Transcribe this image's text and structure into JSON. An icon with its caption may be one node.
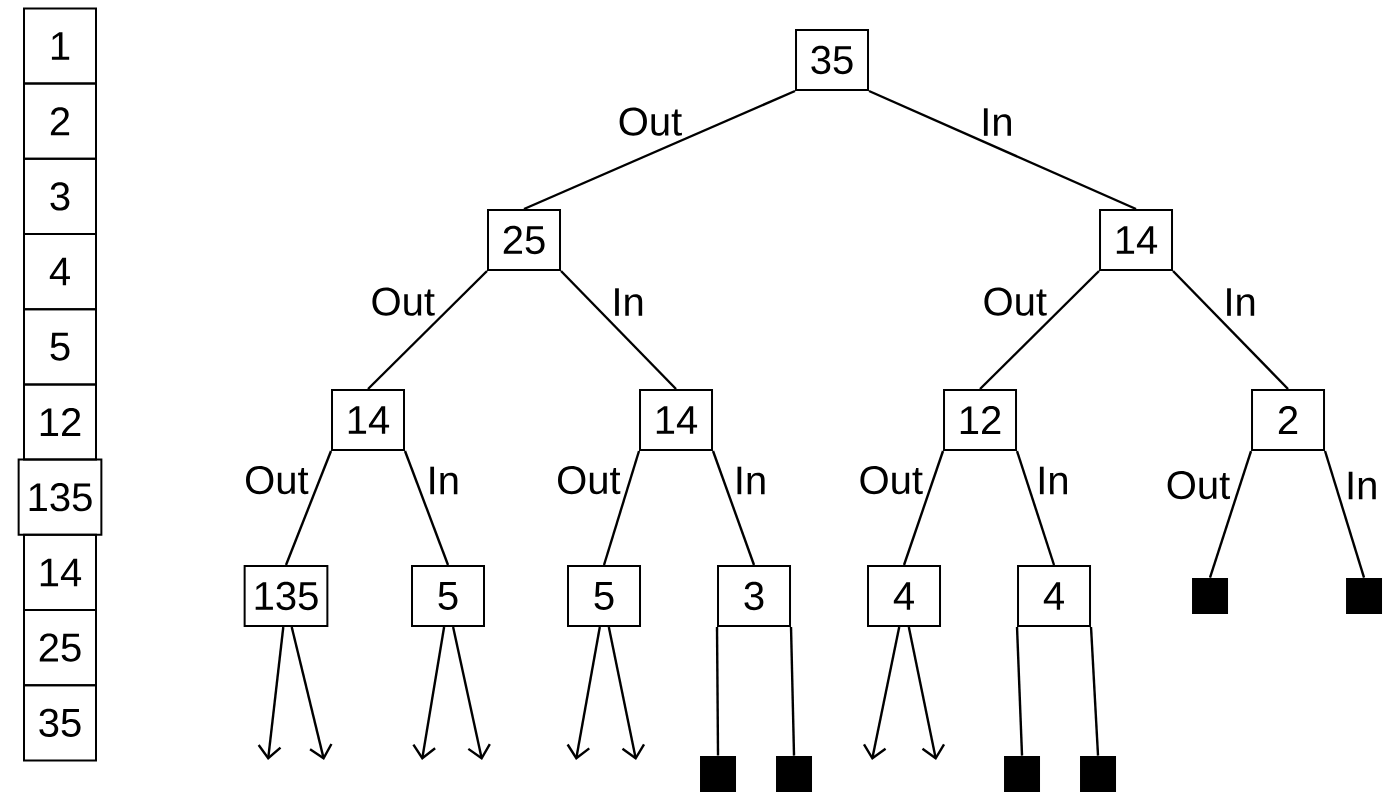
{
  "diagram": {
    "nodes": [
      {
        "text": [
          "1"
        ]
      },
      {
        "text": [
          "2"
        ]
      },
      {
        "text": [
          "3"
        ]
      },
      {
        "text": [
          "4"
        ]
      },
      {
        "text": [
          "5"
        ]
      },
      {
        "text": [
          "12"
        ]
      },
      {
        "text": [
          "135"
        ]
      },
      {
        "text": [
          "14"
        ]
      },
      {
        "text": [
          "25"
        ]
      },
      {
        "text": [
          "35"
        ]
      },
      {
        "text": [
          "35"
        ]
      },
      {
        "text": [
          "25"
        ]
      },
      {
        "text": [
          "14"
        ]
      },
      {
        "text": [
          "14"
        ]
      },
      {
        "text": [
          "14"
        ]
      },
      {
        "text": [
          "12"
        ]
      },
      {
        "text": [
          "2"
        ]
      },
      {
        "text": [
          "135"
        ]
      },
      {
        "text": [
          "5"
        ]
      },
      {
        "text": [
          "5"
        ]
      },
      {
        "text": [
          "3"
        ]
      },
      {
        "text": [
          "4"
        ]
      },
      {
        "text": [
          "4"
        ]
      },
      {
        "text": [],
        "shape": "box"
      },
      {
        "text": [],
        "shape": "box"
      },
      {
        "text": [],
        "shape": "box"
      },
      {
        "text": [],
        "shape": "box"
      },
      {
        "text": [],
        "shape": "box"
      },
      {
        "text": [],
        "shape": "box"
      }
    ],
    "edges": [
      {
        "from": 10,
        "to": 11,
        "arrow": "none",
        "label": "Out"
      },
      {
        "from": 10,
        "to": 12,
        "arrow": "none",
        "label": "In"
      },
      {
        "from": 11,
        "to": 13,
        "arrow": "none",
        "label": "Out"
      },
      {
        "from": 11,
        "to": 14,
        "arrow": "none",
        "label": "In"
      },
      {
        "from": 12,
        "to": 15,
        "arrow": "none",
        "label": "Out"
      },
      {
        "from": 12,
        "to": 16,
        "arrow": "none",
        "label": "In"
      },
      {
        "from": 13,
        "to": 17,
        "arrow": "none",
        "label": "Out"
      },
      {
        "from": 13,
        "to": 18,
        "arrow": "none",
        "label": "In"
      },
      {
        "from": 14,
        "to": 19,
        "arrow": "none",
        "label": "Out"
      },
      {
        "from": 14,
        "to": 20,
        "arrow": "none",
        "label": "In"
      },
      {
        "from": 15,
        "to": 21,
        "arrow": "none",
        "label": "Out"
      },
      {
        "from": 15,
        "to": 22,
        "arrow": "none",
        "label": "In"
      },
      {
        "from": 16,
        "to": 23,
        "arrow": "none",
        "label": "Out"
      },
      {
        "from": 16,
        "to": 24,
        "arrow": "none",
        "label": "In"
      },
      {
        "from": 17,
        "to": null,
        "arrow": "to"
      },
      {
        "from": 17,
        "to": null,
        "arrow": "to"
      },
      {
        "from": 18,
        "to": null,
        "arrow": "to"
      },
      {
        "from": 18,
        "to": null,
        "arrow": "to"
      },
      {
        "from": 19,
        "to": null,
        "arrow": "to"
      },
      {
        "from": 19,
        "to": null,
        "arrow": "to"
      },
      {
        "from": 20,
        "to": 25,
        "arrow": "none"
      },
      {
        "from": 20,
        "to": 26,
        "arrow": "none"
      },
      {
        "from": 21,
        "to": null,
        "arrow": "to"
      },
      {
        "from": 21,
        "to": null,
        "arrow": "to"
      },
      {
        "from": 22,
        "to": 27,
        "arrow": "none"
      },
      {
        "from": 22,
        "to": 28,
        "arrow": "none"
      }
    ]
  }
}
